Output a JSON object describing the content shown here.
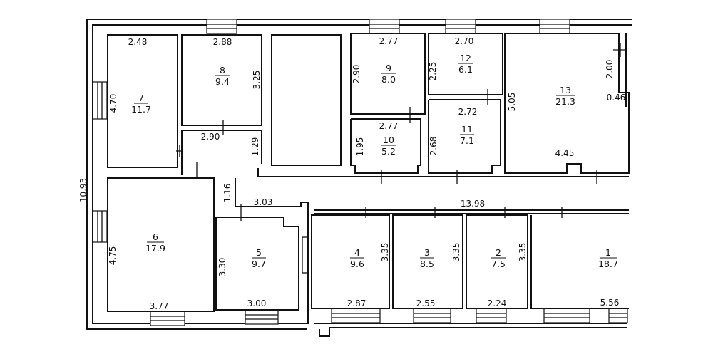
{
  "rooms": [
    {
      "number": "1",
      "area": "18.7"
    },
    {
      "number": "2",
      "area": "7.5"
    },
    {
      "number": "3",
      "area": "8.5"
    },
    {
      "number": "4",
      "area": "9.6"
    },
    {
      "number": "5",
      "area": "9.7"
    },
    {
      "number": "6",
      "area": "17.9"
    },
    {
      "number": "7",
      "area": "11.7"
    },
    {
      "number": "8",
      "area": "9.4"
    },
    {
      "number": "9",
      "area": "8.0"
    },
    {
      "number": "10",
      "area": "5.2"
    },
    {
      "number": "11",
      "area": "7.1"
    },
    {
      "number": "12",
      "area": "6.1"
    },
    {
      "number": "13",
      "area": "21.3"
    }
  ],
  "dimensions": {
    "overall_height": "10.93",
    "corridor_length": "13.98",
    "r7_width": "2.48",
    "r7_height": "4.70",
    "r8_width": "2.88",
    "r8_height": "3.25",
    "hall_width": "2.90",
    "hall_height": "1.29",
    "r9_width": "2.77",
    "r9_height": "2.90",
    "r12_width": "2.70",
    "r12_height": "2.25",
    "r10_width": "2.77",
    "r10_height": "1.95",
    "r11_width": "2.72",
    "r11_height": "2.68",
    "r13_height": "5.05",
    "r13_width": "4.45",
    "r13_niche": "0.46",
    "r13_door": "2.00",
    "r6_height": "4.75",
    "r6_width": "3.77",
    "passage_height": "1.16",
    "passage_width": "3.03",
    "r5_height": "3.30",
    "r5_width": "3.00",
    "r4_height": "3.35",
    "r4_width": "2.87",
    "r3_height": "3.35",
    "r3_width": "2.55",
    "r2_height": "3.35",
    "r2_width": "2.24",
    "r1_width": "5.56"
  }
}
